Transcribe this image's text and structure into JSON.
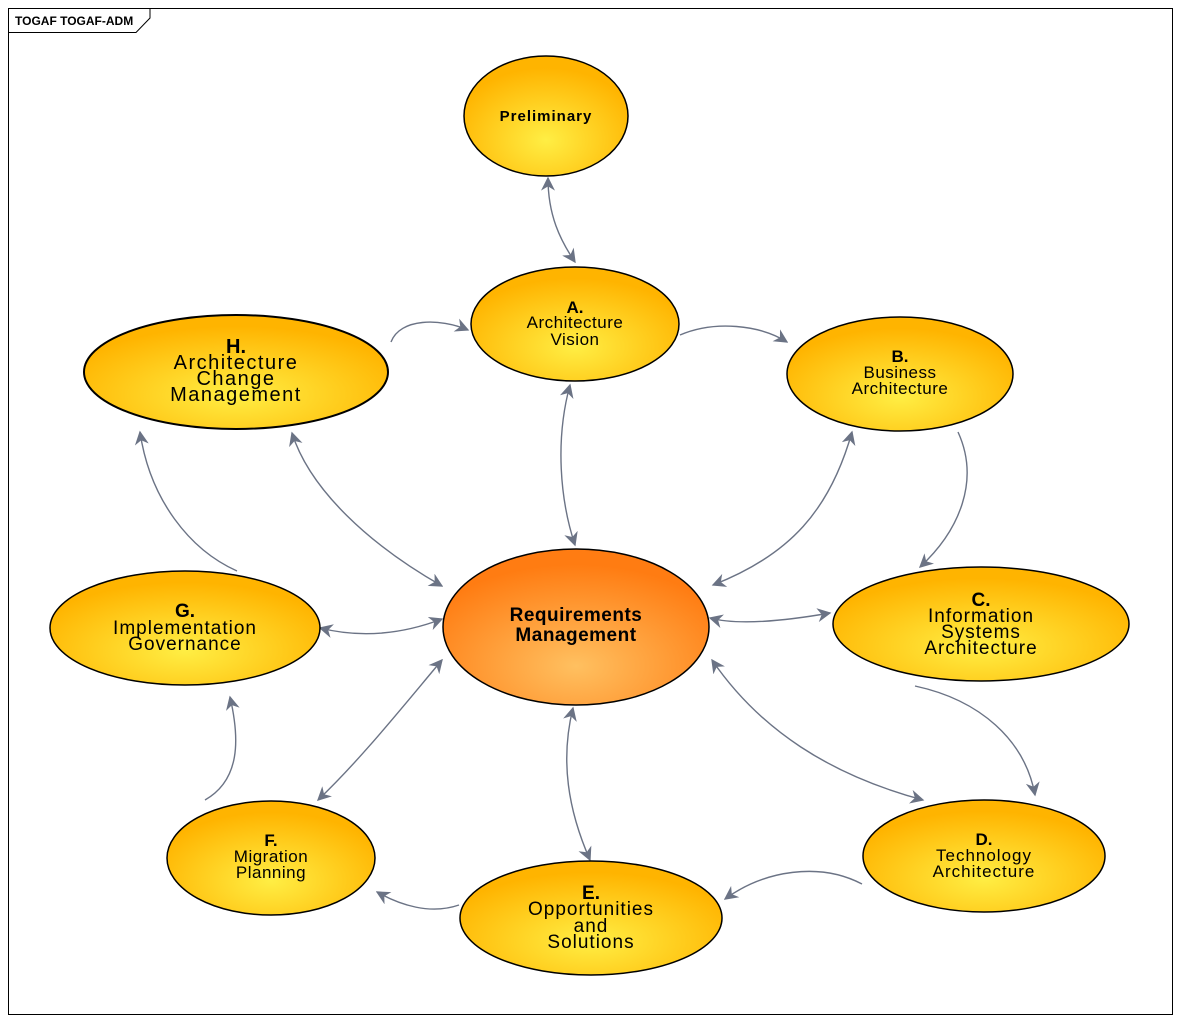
{
  "frame": {
    "title": "TOGAF TOGAF-ADM"
  },
  "colors": {
    "phase_fill_light": "#ffee33",
    "phase_fill_dark": "#ffb300",
    "center_fill_light": "#ffb04a",
    "center_fill_dark": "#ff7a10",
    "connector": "#6b7385"
  },
  "nodes": {
    "preliminary": {
      "lines": [
        "Preliminary"
      ]
    },
    "a": {
      "letter": "A.",
      "lines": [
        "Architecture",
        "Vision"
      ]
    },
    "b": {
      "letter": "B.",
      "lines": [
        "Business",
        "Architecture"
      ]
    },
    "c": {
      "letter": "C.",
      "lines": [
        "Information",
        "Systems",
        "Architecture"
      ]
    },
    "d": {
      "letter": "D.",
      "lines": [
        "Technology",
        "Architecture"
      ]
    },
    "e": {
      "letter": "E.",
      "lines": [
        "Opportunities",
        "and",
        "Solutions"
      ]
    },
    "f": {
      "letter": "F.",
      "lines": [
        "Migration",
        "Planning"
      ]
    },
    "g": {
      "letter": "G.",
      "lines": [
        "Implementation",
        "Governance"
      ]
    },
    "h": {
      "letter": "H.",
      "lines": [
        "Architecture",
        "Change",
        "Management"
      ]
    },
    "requirements": {
      "lines": [
        "Requirements",
        "Management"
      ]
    }
  }
}
